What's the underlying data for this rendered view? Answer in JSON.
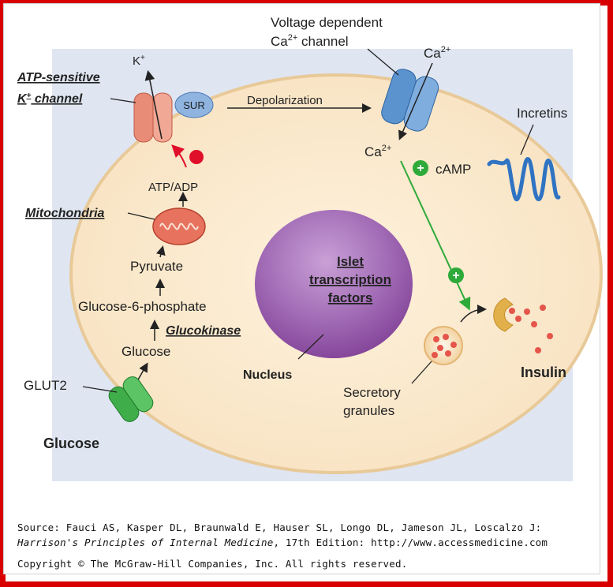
{
  "labels": {
    "atp_sensitive_line1": "ATP-sensitive",
    "atp_sensitive_line2": "K",
    "atp_sensitive_line2_sup": "+",
    "atp_sensitive_line2_rest": " channel",
    "k_plus": "K",
    "k_plus_sup": "+",
    "sur": "SUR",
    "depolarization": "Depolarization",
    "voltage_line1": "Voltage dependent",
    "voltage_line2": "Ca",
    "voltage_line2_sup": "2+",
    "voltage_line2_rest": " channel",
    "ca_top": "Ca",
    "ca_top_sup": "2+",
    "ca_inside": "Ca",
    "ca_inside_sup": "2+",
    "camp": "cAMP",
    "incretins": "Incretins",
    "atp_adp": "ATP/ADP",
    "mitochondria": "Mitochondria",
    "pyruvate": "Pyruvate",
    "glucose_6_phosphate": "Glucose-6-phosphate",
    "glucokinase": "Glucokinase",
    "glucose_inside": "Glucose",
    "glut2": "GLUT2",
    "glucose_outside": "Glucose",
    "nucleus_title_1": "Islet",
    "nucleus_title_2": "transcription",
    "nucleus_title_3": "factors",
    "nucleus": "Nucleus",
    "secretory_1": "Secretory",
    "secretory_2": "granules",
    "insulin": "Insulin",
    "plus_sign": "+"
  },
  "source": {
    "line1": "Source: Fauci AS, Kasper DL, Braunwald E, Hauser SL, Longo DL, Jameson JL, Loscalzo J:",
    "line2_italic": "Harrison's Principles of Internal Medicine",
    "line2_rest": ", 17th Edition: http://www.accessmedicine.com",
    "copyright": "Copyright © The McGraw-Hill Companies, Inc. All rights reserved."
  },
  "colors": {
    "frame": "#d80000",
    "background_panel": "#dfe6f2",
    "cell": "#fbebd1",
    "nucleus": "#9b5aa8",
    "green": "#2eaa3a",
    "channel_blue": "#5b93cf",
    "katp_red": "#e98c77"
  }
}
